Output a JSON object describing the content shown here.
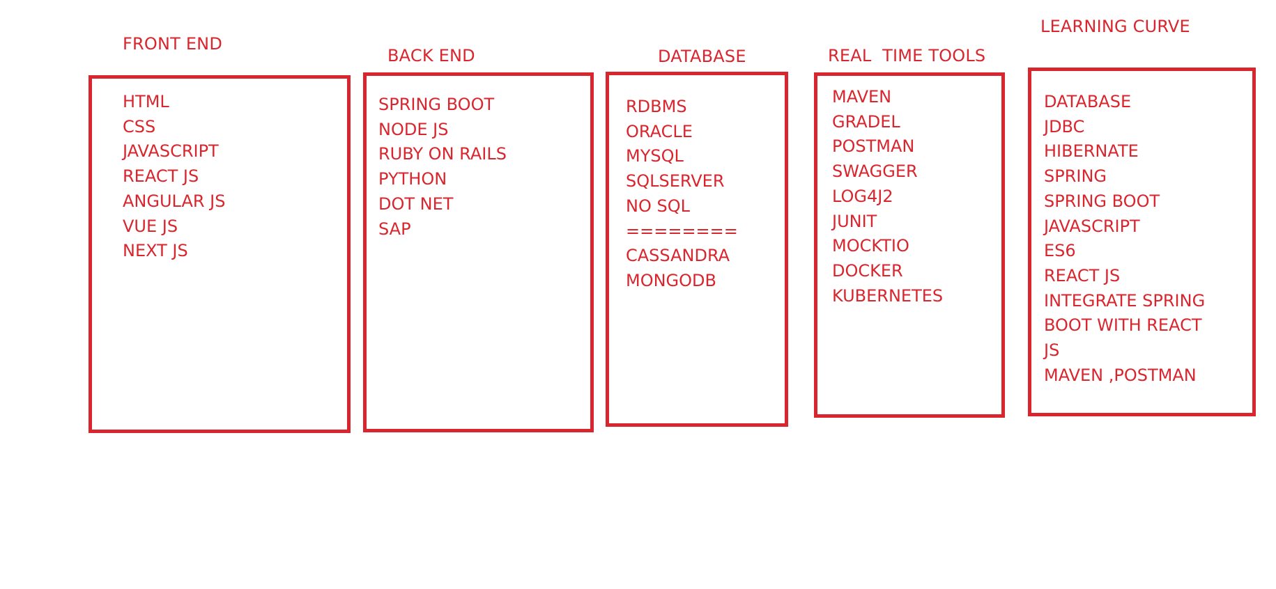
{
  "columns": [
    {
      "title": "FRONT END",
      "items": [
        "HTML",
        "CSS",
        "JAVASCRIPT",
        "REACT JS",
        "ANGULAR JS",
        "VUE JS",
        "NEXT JS"
      ]
    },
    {
      "title": "BACK END",
      "items": [
        "SPRING BOOT",
        "NODE JS",
        "RUBY ON RAILS",
        "PYTHON",
        "DOT NET",
        "SAP"
      ]
    },
    {
      "title": "DATABASE",
      "items": [
        "RDBMS",
        "ORACLE",
        "MYSQL",
        "SQLSERVER",
        "NO SQL",
        "========",
        "CASSANDRA",
        "MONGODB"
      ]
    },
    {
      "title": "REAL  TIME TOOLS",
      "items": [
        "MAVEN",
        "GRADEL",
        "POSTMAN",
        "SWAGGER",
        "LOG4J2",
        "JUNIT",
        "MOCKTIO",
        "DOCKER",
        "KUBERNETES"
      ]
    },
    {
      "title": "LEARNING CURVE",
      "items": [
        "DATABASE",
        "JDBC",
        "HIBERNATE",
        "SPRING",
        "SPRING BOOT",
        "JAVASCRIPT",
        "ES6",
        "REACT JS",
        "INTEGRATE SPRING BOOT WITH REACT JS",
        "MAVEN ,POSTMAN"
      ]
    }
  ],
  "colors": {
    "accent": "#d9262e",
    "background": "#ffffff"
  }
}
